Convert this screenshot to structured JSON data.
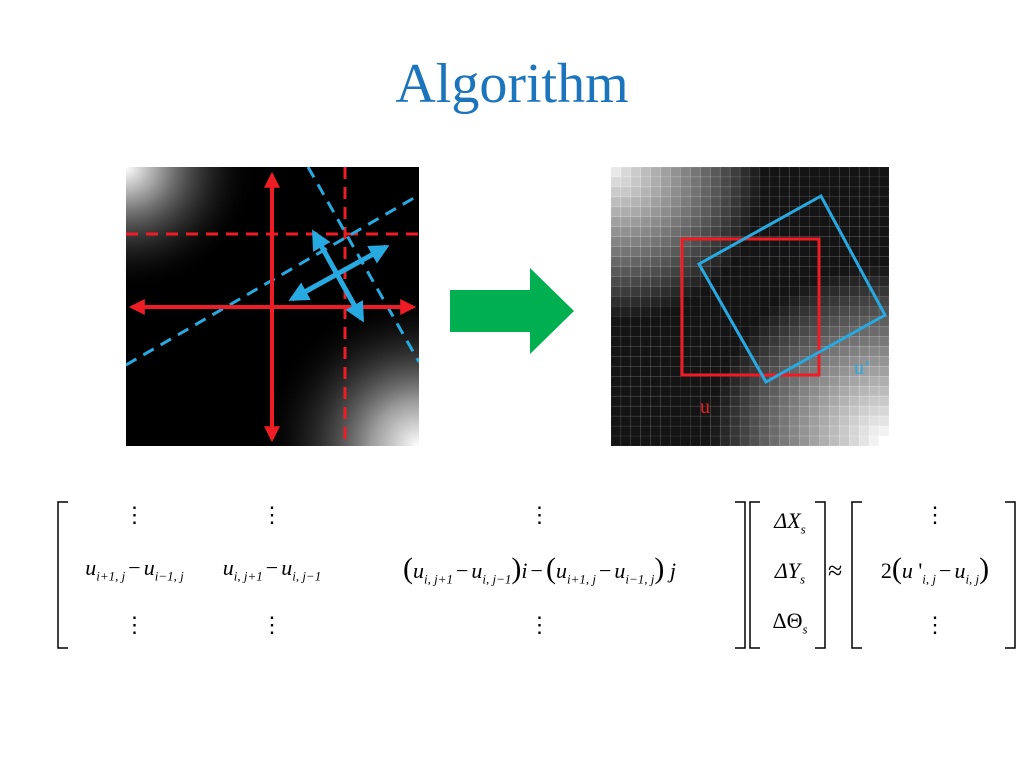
{
  "slide": {
    "title": "Algorithm"
  },
  "right_panel": {
    "label_u": "u",
    "label_u_prime": "u’"
  },
  "colors": {
    "title": "#1c75bc",
    "red": "#ee1c24",
    "blue": "#27aae1",
    "green_arrow": "#00b050"
  },
  "icons": {
    "transform_arrow": "right-arrow-icon"
  },
  "equation": {
    "approx": "≈",
    "two": "2",
    "vdots": "⋮",
    "delta_x": "ΔX",
    "delta_y": "ΔY",
    "delta_theta": "ΔΘ",
    "sub_s": "s"
  }
}
